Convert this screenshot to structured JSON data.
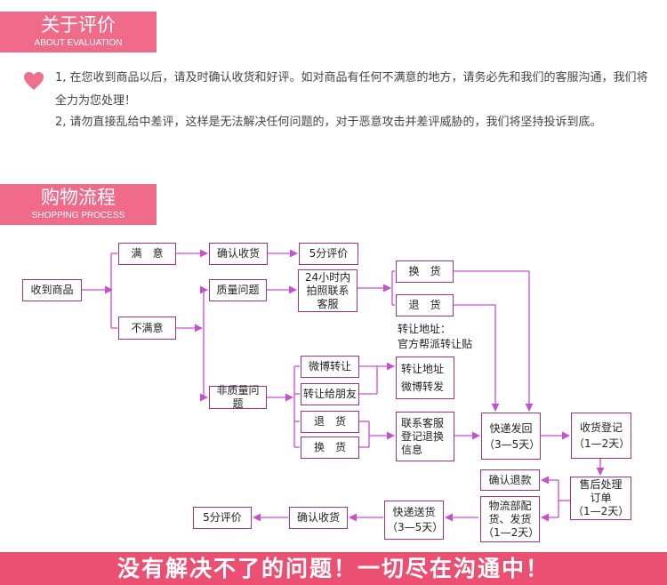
{
  "evaluation": {
    "title_cn": "关于评价",
    "title_en": "ABOUT EVALUATION",
    "para1": "1, 在您收到商品以后，请及时确认收货和好评。如对商品有任何不满意的地方，请务必先和我们的客服沟通，我们将全力为您处理！",
    "para2": "2, 请勿直接乱给中差评，这样是无法解决任何问题的，对于恶意攻击并差评威胁的，我们将坚持投诉到底。"
  },
  "process": {
    "title_cn": "购物流程",
    "title_en": "SHOPPING PROCESS",
    "nodes": {
      "receive": "收到商品",
      "satisfied": "满　意",
      "confirm_receipt": "确认收货",
      "five_star": "5分评价",
      "unsatisfied": "不满意",
      "quality_issue": "质量问题",
      "contact_24h": "24小时内\n拍照联系\n客服",
      "exchange": "换　货",
      "return": "退　货",
      "transfer_note": "转让地址：\n官方帮派转让贴",
      "non_quality": "非质量问题",
      "weibo_transfer": "微博转让",
      "transfer_friend": "转让给朋友",
      "transfer_addr": "转让地址\n微博转发",
      "return2": "退　货",
      "exchange2": "换　货",
      "contact_register": "联系客服\n登记退换\n信息",
      "express_return": "快递发回\n（3—5天）",
      "receipt_register": "收货登记\n（1—2天）",
      "aftersale": "售后处理\n订单\n（1—2天）",
      "confirm_refund": "确认退款",
      "logistics": "物流部配\n货、发货\n（1—2天）",
      "express_send": "快递送货\n（3—5天）",
      "confirm_receipt2": "确认收货",
      "five_star2": "5分评价"
    }
  },
  "footer": {
    "slogan": "没有解决不了的问题！一切尽在沟通中！"
  },
  "colors": {
    "banner": "#f06a8a",
    "arrow": "#c84fd0",
    "node_border": "#a3328f",
    "footer": "#eb4f72"
  }
}
